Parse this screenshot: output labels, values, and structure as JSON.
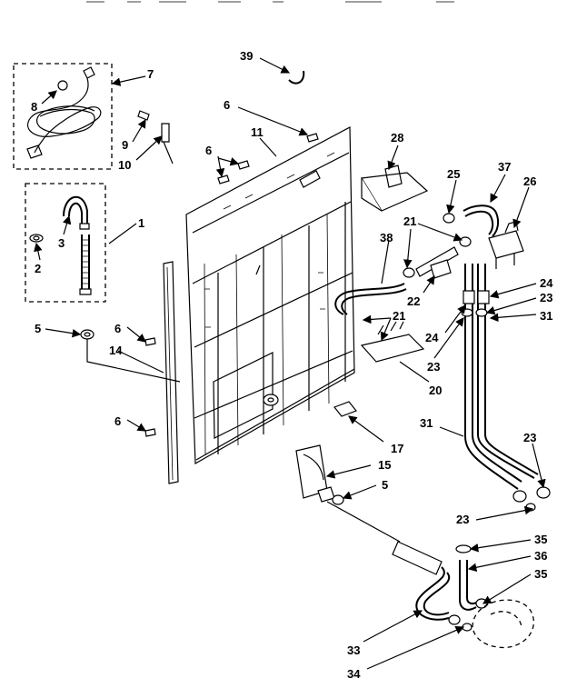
{
  "diagram": {
    "labels": [
      "39",
      "7",
      "8",
      "9",
      "10",
      "6",
      "11",
      "28",
      "6",
      "25",
      "37",
      "26",
      "21",
      "38",
      "1",
      "3",
      "2",
      "22",
      "24",
      "23",
      "5",
      "6",
      "14",
      "21",
      "24",
      "31",
      "23",
      "20",
      "6",
      "17",
      "15",
      "5",
      "31",
      "23",
      "23",
      "35",
      "36",
      "35",
      "33",
      "34"
    ]
  }
}
